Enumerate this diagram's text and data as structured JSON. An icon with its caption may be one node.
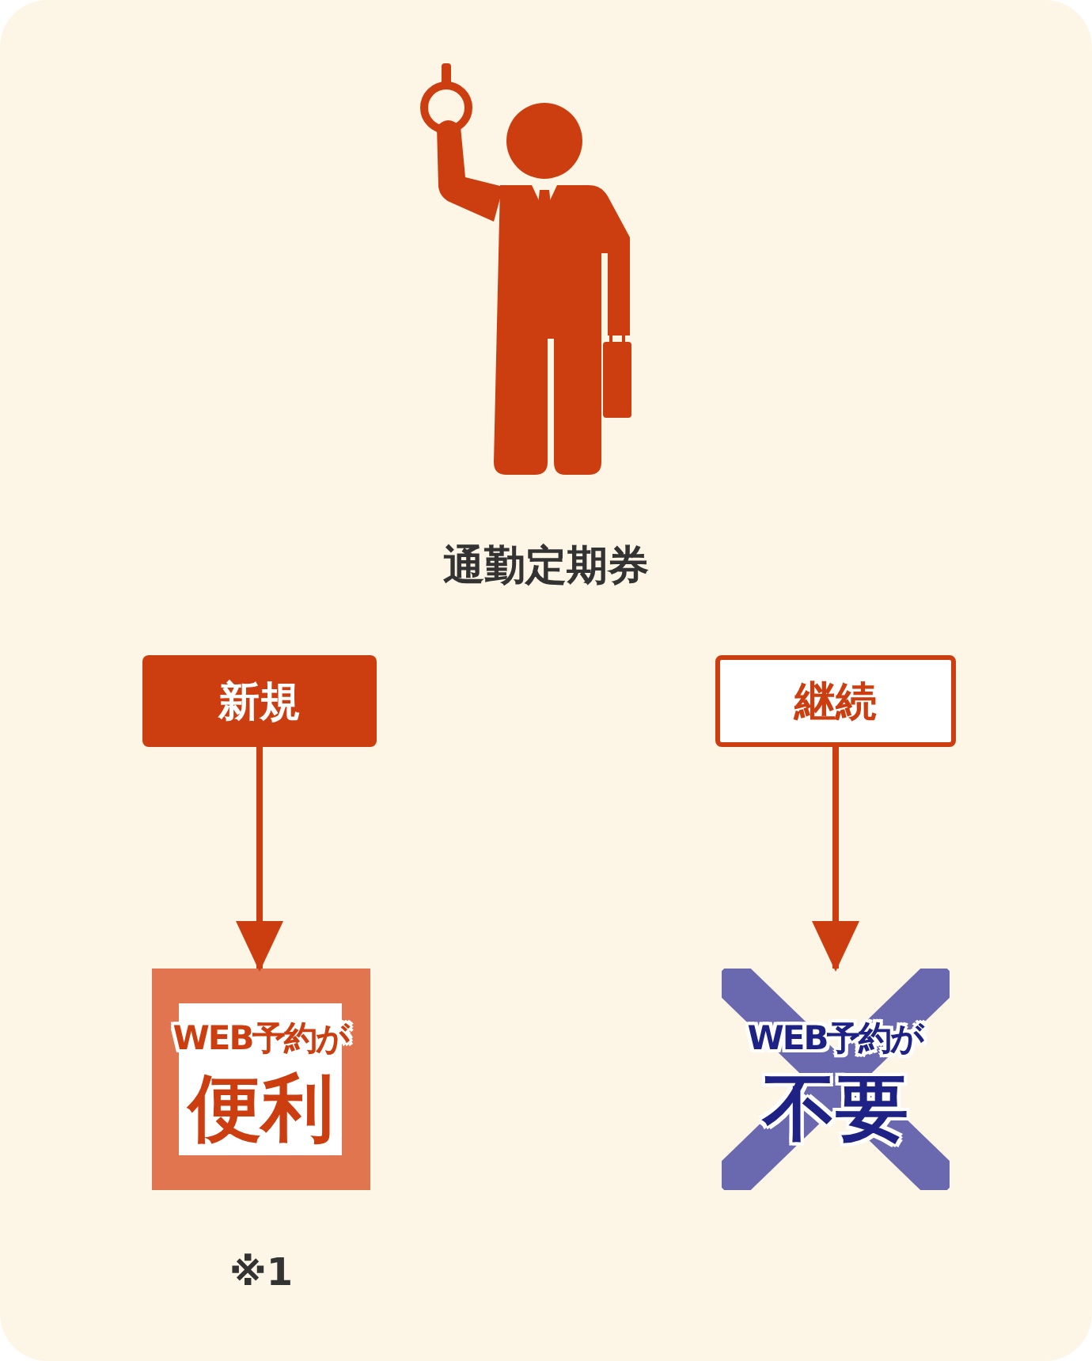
{
  "diagram": {
    "nodes": [
      {
        "text": [
          "新規"
        ]
      },
      {
        "text": [
          "継続"
        ]
      },
      {
        "text": [
          "WEB予約が",
          "便利"
        ],
        "beside": [
          "※1"
        ]
      },
      {
        "text": [
          "WEB予約が",
          "不要"
        ]
      }
    ],
    "edges": [
      {
        "from": 0,
        "to": 2,
        "arrow": "to"
      },
      {
        "from": 1,
        "to": 3,
        "arrow": "to"
      }
    ],
    "labels": [
      "通勤定期券"
    ]
  }
}
